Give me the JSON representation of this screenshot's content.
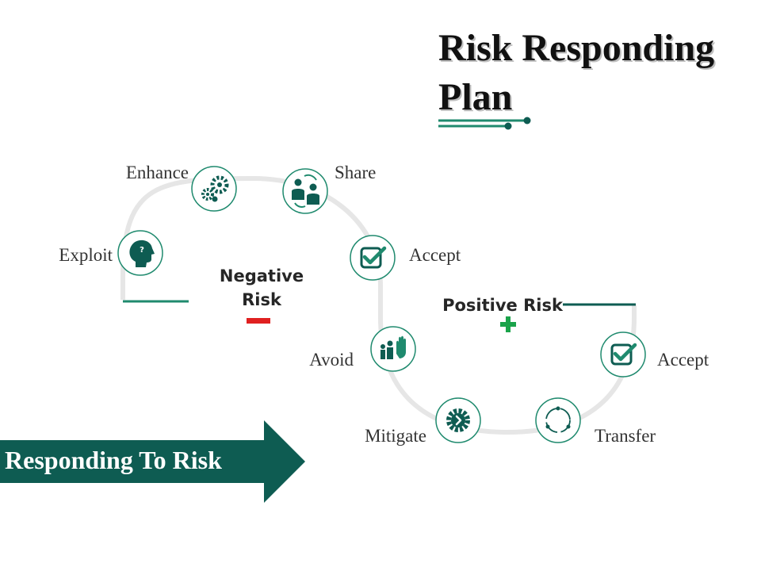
{
  "title": "Risk Responding Plan",
  "negative_risk": {
    "label": "Negative Risk",
    "symbol": "minus",
    "symbol_color": "#e02020",
    "steps": [
      {
        "label": "Exploit",
        "icon": "head-question-icon"
      },
      {
        "label": "Enhance",
        "icon": "gears-icon"
      },
      {
        "label": "Share",
        "icon": "people-exchange-icon"
      },
      {
        "label": "Accept",
        "icon": "checkbox-check-icon"
      }
    ]
  },
  "positive_risk": {
    "label": "Positive Risk",
    "symbol": "plus",
    "symbol_color": "#1aa34a",
    "steps": [
      {
        "label": "Avoid",
        "icon": "hand-stop-icon"
      },
      {
        "label": "Mitigate",
        "icon": "gear-arrow-icon"
      },
      {
        "label": "Transfer",
        "icon": "cycle-icon"
      },
      {
        "label": "Accept",
        "icon": "checkbox-check-icon"
      }
    ]
  },
  "arrow_label": "Responding To Risk",
  "colors": {
    "primary": "#0e5c52",
    "accent": "#1f8a6e",
    "track": "#e6e6e6",
    "text": "#333333"
  }
}
